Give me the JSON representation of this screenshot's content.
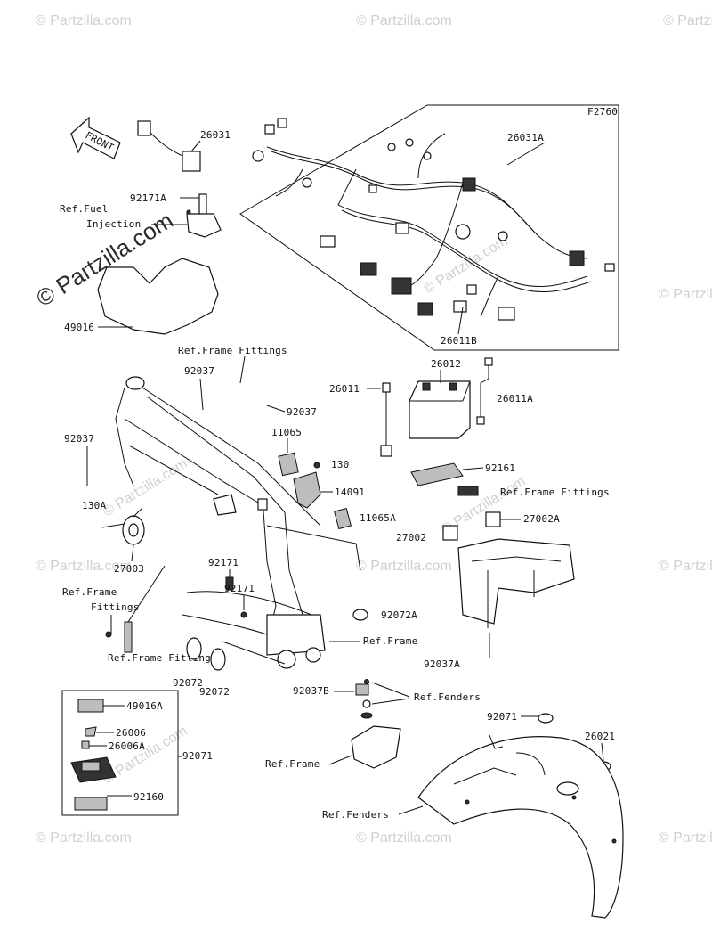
{
  "figure_code": "F2760",
  "front_arrow_label": "FRONT",
  "watermark": {
    "main": "© Partzilla.com",
    "small": "© Partzilla.com"
  },
  "labels": [
    {
      "id": "26031",
      "text": "26031"
    },
    {
      "id": "26031A",
      "text": "26031A"
    },
    {
      "id": "92171A",
      "text": "92171A"
    },
    {
      "id": "ref_fuel_1",
      "text": "Ref.Fuel"
    },
    {
      "id": "ref_fuel_2",
      "text": "Injection"
    },
    {
      "id": "49016",
      "text": "49016"
    },
    {
      "id": "26011B",
      "text": "26011B"
    },
    {
      "id": "ref_frame_fittings_top",
      "text": "Ref.Frame Fittings"
    },
    {
      "id": "92037_a",
      "text": "92037"
    },
    {
      "id": "92037_b",
      "text": "92037"
    },
    {
      "id": "92037_c",
      "text": "92037"
    },
    {
      "id": "26012",
      "text": "26012"
    },
    {
      "id": "26011",
      "text": "26011"
    },
    {
      "id": "26011A",
      "text": "26011A"
    },
    {
      "id": "11065",
      "text": "11065"
    },
    {
      "id": "130",
      "text": "130"
    },
    {
      "id": "92161",
      "text": "92161"
    },
    {
      "id": "14091",
      "text": "14091"
    },
    {
      "id": "ref_frame_fittings_mid",
      "text": "Ref.Frame Fittings"
    },
    {
      "id": "130A",
      "text": "130A"
    },
    {
      "id": "11065A",
      "text": "11065A"
    },
    {
      "id": "27002A",
      "text": "27002A"
    },
    {
      "id": "27002",
      "text": "27002"
    },
    {
      "id": "92171_a",
      "text": "92171"
    },
    {
      "id": "27003",
      "text": "27003"
    },
    {
      "id": "ref_frame_fittings_l1",
      "text": "Ref.Frame"
    },
    {
      "id": "ref_frame_fittings_l2",
      "text": "Fittings"
    },
    {
      "id": "92171_b",
      "text": "92171"
    },
    {
      "id": "92072A",
      "text": "92072A"
    },
    {
      "id": "ref_frame_1",
      "text": "Ref.Frame"
    },
    {
      "id": "ref_frame_fittings_bot",
      "text": "Ref.Frame Fittings"
    },
    {
      "id": "92037A",
      "text": "92037A"
    },
    {
      "id": "92072_a",
      "text": "92072"
    },
    {
      "id": "92072_b",
      "text": "92072"
    },
    {
      "id": "92037B",
      "text": "92037B"
    },
    {
      "id": "ref_fenders_1",
      "text": "Ref.Fenders"
    },
    {
      "id": "49016A",
      "text": "49016A"
    },
    {
      "id": "26006",
      "text": "26006"
    },
    {
      "id": "26006A",
      "text": "26006A"
    },
    {
      "id": "92071_a",
      "text": "92071"
    },
    {
      "id": "92071_b",
      "text": "92071"
    },
    {
      "id": "26021",
      "text": "26021"
    },
    {
      "id": "ref_frame_2",
      "text": "Ref.Frame"
    },
    {
      "id": "92160",
      "text": "92160"
    },
    {
      "id": "ref_fenders_2",
      "text": "Ref.Fenders"
    }
  ]
}
